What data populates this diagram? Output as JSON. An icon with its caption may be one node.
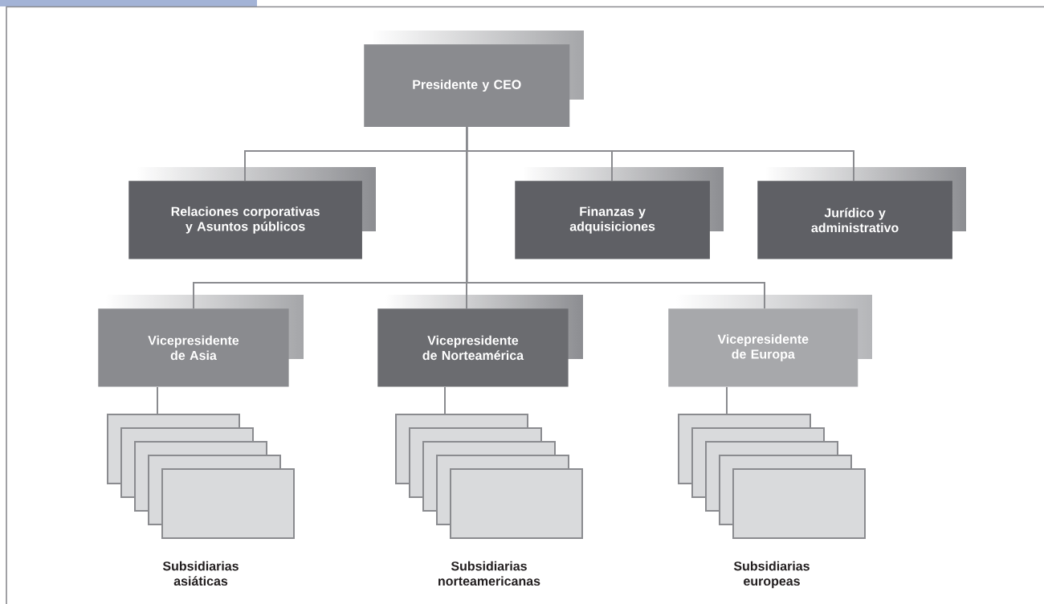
{
  "diagram": {
    "nodes": [
      {
        "text": [
          "Presidente y CEO"
        ]
      },
      {
        "text": [
          "Relaciones corporativas y Asuntos públicos"
        ]
      },
      {
        "text": [
          "Finanzas y adquisiciones"
        ]
      },
      {
        "text": [
          "Jurídico y administrativo"
        ]
      },
      {
        "text": [
          "Vicepresidente de Asia"
        ]
      },
      {
        "text": [
          "Vicepresidente de Norteamérica"
        ]
      },
      {
        "text": [
          "Vicepresidente de Europa"
        ]
      },
      {
        "text": [],
        "shape": "box",
        "beside": [
          "Subsidiarias asiáticas"
        ]
      },
      {
        "text": [],
        "shape": "box",
        "beside": [
          "Subsidiarias norteamericanas"
        ]
      },
      {
        "text": [],
        "shape": "box",
        "beside": [
          "Subsidiarias europeas"
        ]
      }
    ],
    "edges": [
      {
        "from": 0,
        "to": 1,
        "arrow": "none"
      },
      {
        "from": 0,
        "to": 2,
        "arrow": "none"
      },
      {
        "from": 0,
        "to": 3,
        "arrow": "none"
      },
      {
        "from": 0,
        "to": 4,
        "arrow": "none"
      },
      {
        "from": 0,
        "to": 5,
        "arrow": "none"
      },
      {
        "from": 0,
        "to": 6,
        "arrow": "none"
      },
      {
        "from": 4,
        "to": 7,
        "arrow": "none"
      },
      {
        "from": 5,
        "to": 8,
        "arrow": "none"
      },
      {
        "from": 6,
        "to": 9,
        "arrow": "none"
      }
    ]
  }
}
